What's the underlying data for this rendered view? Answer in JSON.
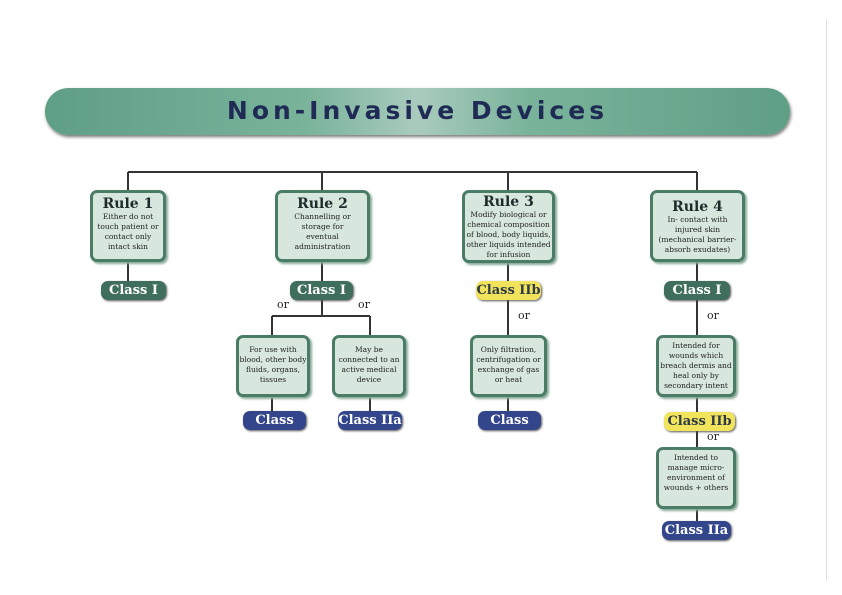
{
  "title": "Non-Invasive Devices",
  "or_label": "or",
  "rules": [
    {
      "title": "Rule 1",
      "text": "Either do not touch patient or contact only intact skin",
      "class": "Class I"
    },
    {
      "title": "Rule 2",
      "text": "Channelling or storage for eventual administration",
      "class": "Class I"
    },
    {
      "title": "Rule 3",
      "text": "Modify biological or chemical composition of blood, body liquids, other liquids intended for infusion",
      "class": "Class IIb"
    },
    {
      "title": "Rule 4",
      "text": "In- contact with injured skin (mechanical barrier- absorb exudates)",
      "class": "Class I"
    }
  ],
  "sub": [
    {
      "text": "For use with blood, other body fluids, organs, tissues",
      "class": "Class IIa"
    },
    {
      "text": "May be connected to an active medical device",
      "class": "Class IIa"
    },
    {
      "text": "Only filtration, centrifugation or exchange of gas or heat",
      "class": "Class IIa"
    },
    {
      "text": "Intended for wounds which breach dermis and heal only by secondary intent",
      "class": "Class IIb"
    },
    {
      "text": "Intended to manage micro- environment of wounds + others",
      "class": "Class IIa"
    }
  ],
  "colors": {
    "class_i": "#3f6e5d",
    "class_iia": "#33468b",
    "class_iib": "#f1e35a",
    "box": "#d7e7de"
  }
}
